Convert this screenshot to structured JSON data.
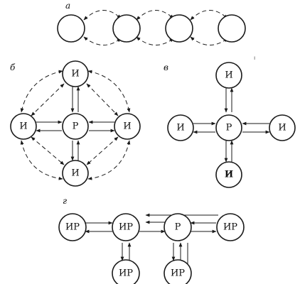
{
  "panels": {
    "a": {
      "label": "а",
      "nodes": [
        {
          "id": "a1",
          "text": ""
        },
        {
          "id": "a2",
          "text": ""
        },
        {
          "id": "a3",
          "text": ""
        },
        {
          "id": "a4",
          "text": ""
        }
      ]
    },
    "b": {
      "label": "б",
      "nodes": [
        {
          "id": "b_top",
          "text": "И"
        },
        {
          "id": "b_left",
          "text": "И"
        },
        {
          "id": "b_center",
          "text": "Р"
        },
        {
          "id": "b_right",
          "text": "И"
        },
        {
          "id": "b_bottom",
          "text": "И"
        }
      ]
    },
    "v": {
      "label": "в",
      "nodes": [
        {
          "id": "v_top",
          "text": "И"
        },
        {
          "id": "v_left",
          "text": "И"
        },
        {
          "id": "v_center",
          "text": "Р"
        },
        {
          "id": "v_right",
          "text": "И"
        },
        {
          "id": "v_bottom",
          "text": "И"
        }
      ]
    },
    "g": {
      "label": "г",
      "nodes": [
        {
          "id": "g1",
          "text": "ИР"
        },
        {
          "id": "g2",
          "text": "ИР"
        },
        {
          "id": "g3",
          "text": "Р"
        },
        {
          "id": "g4",
          "text": "ИР"
        },
        {
          "id": "g5",
          "text": "ИР"
        },
        {
          "id": "g6",
          "text": "ИР"
        }
      ]
    }
  }
}
